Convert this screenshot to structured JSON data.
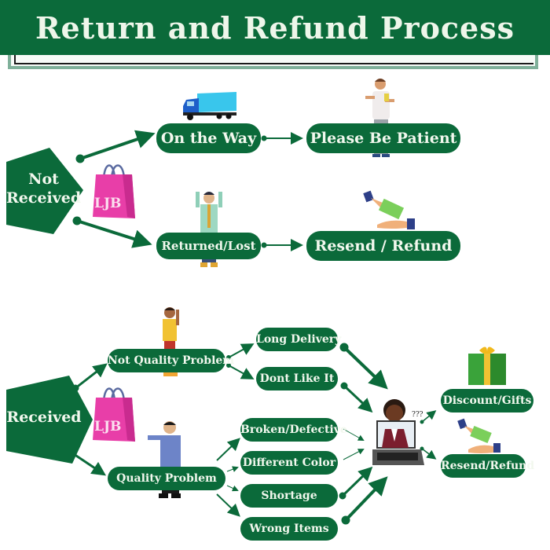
{
  "header": {
    "title": "Return and Refund Process"
  },
  "colors": {
    "primary": "#0b6a3a",
    "text_light": "#f2f8ee",
    "bag": "#e83ea8"
  },
  "not_received": {
    "root": {
      "label_line1": "Not",
      "label_line2": "Received"
    },
    "bag_label": "LJB",
    "branches": [
      {
        "label": "On the Way",
        "result": "Please Be Patient"
      },
      {
        "label": "Returned/Lost",
        "result": "Resend / Refund"
      }
    ]
  },
  "received": {
    "root": {
      "label": "Received"
    },
    "bag_label": "LJB",
    "not_quality": {
      "label": "Not Quality Problem",
      "items": [
        "Long Delivery",
        "Dont Like It"
      ]
    },
    "quality": {
      "label": "Quality Problem",
      "items": [
        "Broken/Defective",
        "Different Color",
        "Shortage",
        "Wrong Items"
      ]
    },
    "support_bubble": "???",
    "outcomes": [
      "Discount/Gifts",
      "Resend/Refund"
    ]
  },
  "icons": [
    "truck-icon",
    "patient-man-icon",
    "stressed-man-icon",
    "money-handoff-icon",
    "shopping-bag-icon",
    "thumbs-up-man-icon",
    "thinking-man-icon",
    "support-agent-laptop-icon",
    "gift-box-icon"
  ]
}
